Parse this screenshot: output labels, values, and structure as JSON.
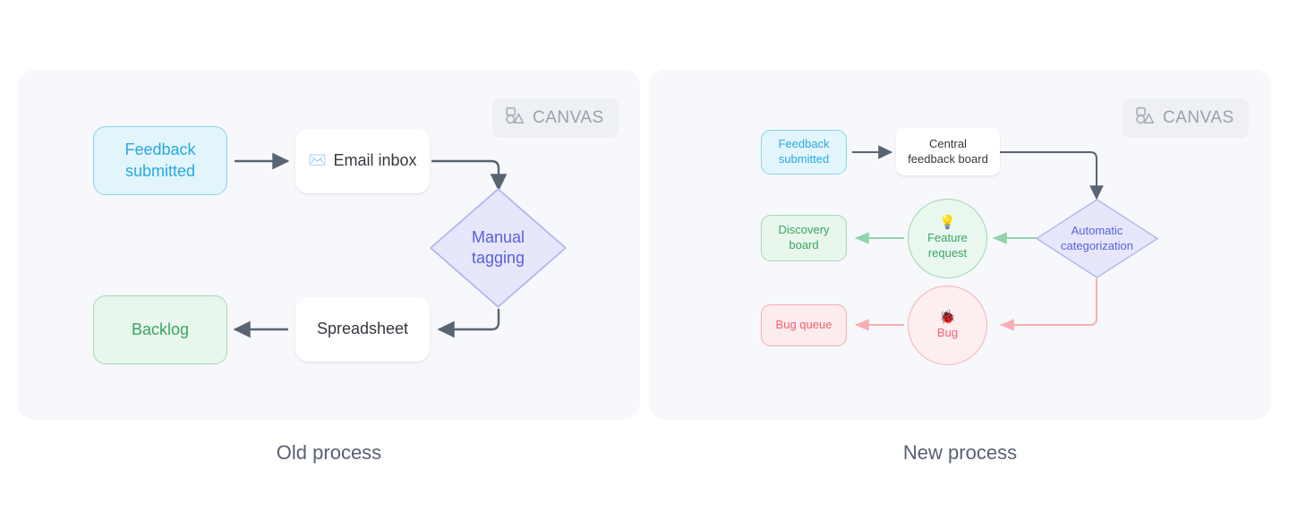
{
  "page": {
    "background": "#ffffff",
    "panel_background": "#f7f8fb"
  },
  "colors": {
    "blue": "#27a9e1",
    "blue_fill": "#e2f5fd",
    "green": "#3aa564",
    "green_fill": "#e8f6ec",
    "pink": "#f2616e",
    "pink_fill": "#fdecee",
    "purple": "#5b5fd8",
    "purple_fill": "#e6e7fb",
    "arrow_gray": "#596472",
    "text_dark": "#34383f",
    "badge_text": "#9aa2ae",
    "badge_fill": "#eef0f4",
    "caption": "#586170"
  },
  "panels": [
    {
      "id": "old",
      "caption": "Old process",
      "badge": {
        "label": "CANVAS",
        "icon": "shapes-icon"
      },
      "nodes": [
        {
          "id": "feedback-submitted",
          "label": "Feedback\nsubmitted",
          "shape": "rounded-rect",
          "style": "blue"
        },
        {
          "id": "email-inbox",
          "label": "Email inbox",
          "shape": "rounded-rect",
          "style": "plain",
          "icon": "envelope-icon",
          "emoji": "✉️"
        },
        {
          "id": "manual-tagging",
          "label": "Manual\ntagging",
          "shape": "diamond",
          "style": "purple"
        },
        {
          "id": "spreadsheet",
          "label": "Spreadsheet",
          "shape": "rounded-rect",
          "style": "plain"
        },
        {
          "id": "backlog",
          "label": "Backlog",
          "shape": "rounded-rect",
          "style": "green"
        }
      ],
      "edges": [
        {
          "from": "feedback-submitted",
          "to": "email-inbox",
          "color": "#596472"
        },
        {
          "from": "email-inbox",
          "to": "manual-tagging",
          "color": "#596472"
        },
        {
          "from": "manual-tagging",
          "to": "spreadsheet",
          "color": "#596472"
        },
        {
          "from": "spreadsheet",
          "to": "backlog",
          "color": "#596472"
        }
      ]
    },
    {
      "id": "new",
      "caption": "New process",
      "badge": {
        "label": "CANVAS",
        "icon": "shapes-icon"
      },
      "nodes": [
        {
          "id": "feedback-submitted",
          "label": "Feedback\nsubmitted",
          "shape": "rounded-rect",
          "style": "blue"
        },
        {
          "id": "central-feedback-board",
          "label": "Central\nfeedback board",
          "shape": "rounded-rect",
          "style": "plain"
        },
        {
          "id": "automatic-categorization",
          "label": "Automatic\ncategorization",
          "shape": "diamond",
          "style": "purple"
        },
        {
          "id": "feature-request",
          "label": "Feature\nrequest",
          "shape": "circle",
          "style": "green",
          "icon": "lightbulb-icon",
          "emoji": "💡"
        },
        {
          "id": "discovery-board",
          "label": "Discovery\nboard",
          "shape": "rounded-rect",
          "style": "green"
        },
        {
          "id": "bug",
          "label": "Bug",
          "shape": "circle",
          "style": "pink",
          "icon": "ladybug-icon",
          "emoji": "🐞"
        },
        {
          "id": "bug-queue",
          "label": "Bug queue",
          "shape": "rounded-rect",
          "style": "pink"
        }
      ],
      "edges": [
        {
          "from": "feedback-submitted",
          "to": "central-feedback-board",
          "color": "#596472"
        },
        {
          "from": "central-feedback-board",
          "to": "automatic-categorization",
          "color": "#596472"
        },
        {
          "from": "automatic-categorization",
          "to": "feature-request",
          "color": "#92d3aa"
        },
        {
          "from": "feature-request",
          "to": "discovery-board",
          "color": "#92d3aa"
        },
        {
          "from": "automatic-categorization",
          "to": "bug",
          "color": "#f9aeb4"
        },
        {
          "from": "bug",
          "to": "bug-queue",
          "color": "#f9aeb4"
        }
      ]
    }
  ],
  "text": {
    "old_feedback_line1": "Feedback",
    "old_feedback_line2": "submitted",
    "old_email_inbox": "Email inbox",
    "old_manual_line1": "Manual",
    "old_manual_line2": "tagging",
    "old_spreadsheet": "Spreadsheet",
    "old_backlog": "Backlog",
    "new_feedback_line1": "Feedback",
    "new_feedback_line2": "submitted",
    "new_central_line1": "Central",
    "new_central_line2": "feedback board",
    "new_auto_line1": "Automatic",
    "new_auto_line2": "categorization",
    "new_feature_line1": "Feature",
    "new_feature_line2": "request",
    "new_discovery_line1": "Discovery",
    "new_discovery_line2": "board",
    "new_bug": "Bug",
    "new_bug_queue": "Bug queue",
    "badge_old": "CANVAS",
    "badge_new": "CANVAS",
    "caption_old": "Old process",
    "caption_new": "New process",
    "emoji_envelope": "✉️",
    "emoji_lightbulb": "💡",
    "emoji_ladybug": "🐞"
  }
}
